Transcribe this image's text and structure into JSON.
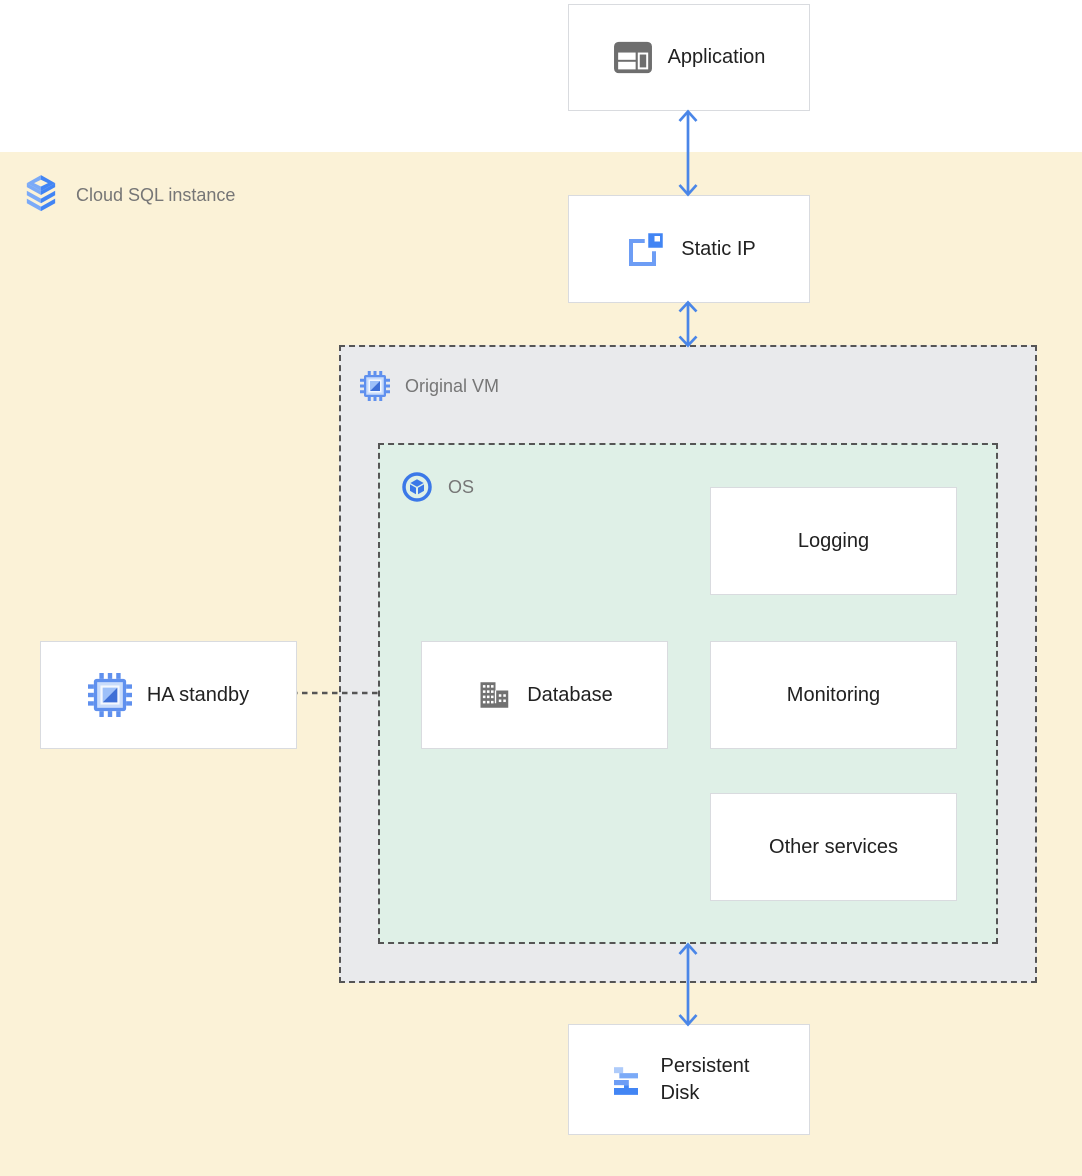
{
  "diagram": {
    "zone_label": "Cloud SQL instance",
    "application": "Application",
    "static_ip": "Static IP",
    "original_vm": "Original VM",
    "os": "OS",
    "logging": "Logging",
    "database": "Database",
    "monitoring": "Monitoring",
    "other_services": "Other services",
    "ha_standby": "HA standby",
    "persistent_disk": "Persistent Disk"
  },
  "edges": [
    {
      "from": "Application",
      "to": "Static IP",
      "style": "double-arrow"
    },
    {
      "from": "Static IP",
      "to": "Original VM",
      "style": "double-arrow"
    },
    {
      "from": "OS",
      "to": "Persistent Disk",
      "style": "double-arrow"
    },
    {
      "from": "HA standby",
      "to": "Original VM / OS",
      "style": "dashed-line"
    }
  ],
  "icons": {
    "zone": "cloud-sql-icon",
    "application": "web-app-window-icon",
    "static_ip": "static-ip-square-icon",
    "original_vm": "compute-engine-chip-icon",
    "ha_standby": "compute-engine-chip-icon",
    "os": "os-cube-circle-icon",
    "database": "building-icon",
    "persistent_disk": "stepped-disk-icon"
  },
  "colors": {
    "zone_bg": "#FBF2D7",
    "vm_bg": "#E9EAEC",
    "os_bg": "#DFF0E7",
    "node_border": "#D9DBDF",
    "dashed_border": "#555555",
    "arrow_blue": "#4A86E8",
    "icon_blue": "#4285F4",
    "icon_blue_light": "#7BAAF7",
    "icon_gray": "#6E6E6E",
    "label_gray": "#767676",
    "text_dark": "#212121"
  }
}
